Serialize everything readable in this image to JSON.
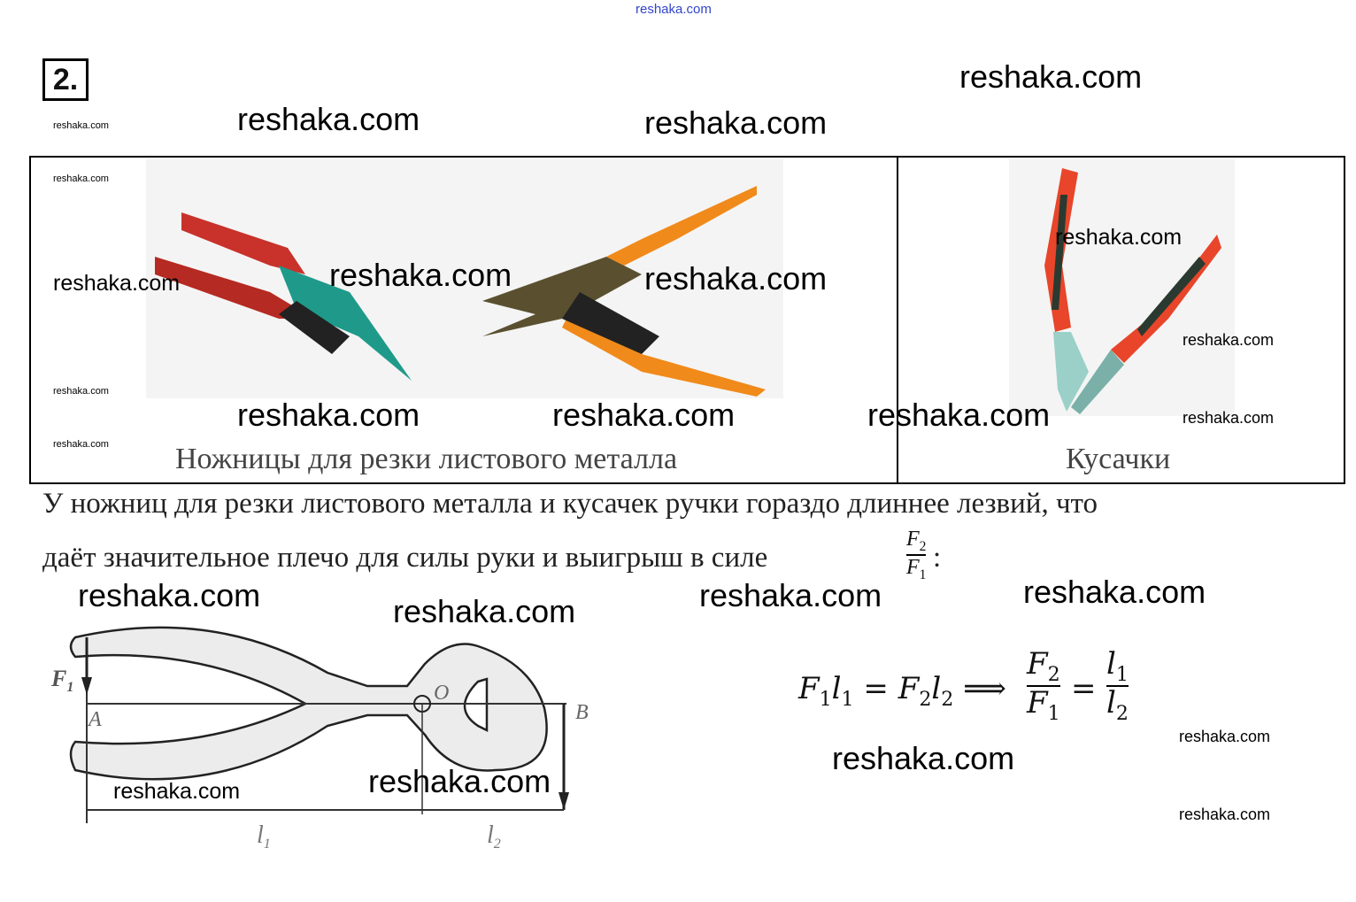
{
  "header_watermark": "reshaka.com",
  "task_number": "2.",
  "watermark": "reshaka.com",
  "figures": {
    "left_caption": "Ножницы для резки листового металла",
    "right_caption": "Кусачки"
  },
  "paragraph": {
    "line1": "У ножниц для резки листового металла и кусачек ручки гораздо длиннее лезвий, что",
    "line2": "даёт значительное плечо для силы руки и выигрыш в силе",
    "frac_num": "F",
    "frac_num_sub": "2",
    "frac_den": "F",
    "frac_den_sub": "1",
    "colon": ":"
  },
  "diagram_labels": {
    "F": "F",
    "F_sub": "1",
    "A": "A",
    "O": "O",
    "B": "B",
    "l1": "l",
    "l1_sub": "1",
    "l2": "l",
    "l2_sub": "2"
  },
  "formula": {
    "lhs": "F",
    "lhs_sub1": "1",
    "l": "l",
    "sub1": "1",
    "eq": "=",
    "F2": "F",
    "sub2": "2",
    "l2": "l",
    "l2sub": "2",
    "implies": "⟹",
    "num": "F",
    "num_sub": "2",
    "den": "F",
    "den_sub": "1",
    "eq2": "=",
    "num2": "l",
    "num2_sub": "1",
    "den2": "l",
    "den2_sub": "2"
  }
}
